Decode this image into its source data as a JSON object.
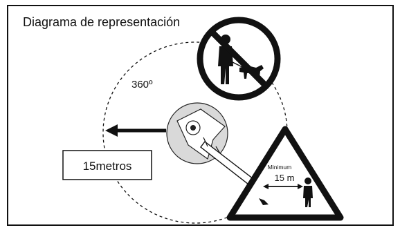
{
  "title": "Diagrama de representación",
  "angle_label": "360º",
  "distance_box_label": "15metros",
  "warning_sign": {
    "minimum_label": "Minimum",
    "distance_label": "15 m"
  },
  "icons": [
    "no-people-no-pets-sign-icon",
    "keep-distance-warning-sign-icon",
    "brushcutter-icon"
  ],
  "colors": {
    "line": "#111111",
    "background": "#ffffff",
    "wheel": "#d9d9d9"
  }
}
